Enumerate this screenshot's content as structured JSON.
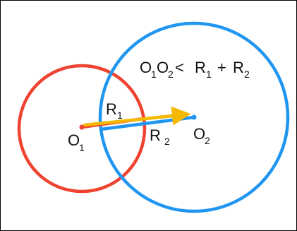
{
  "colors": {
    "circle_1": "#ef4331",
    "circle_2": "#2196f0",
    "vector_o1o2": "#f5b800",
    "background": "#ffffff",
    "frame": "#000000",
    "text": "#111111"
  },
  "formula": {
    "o1": "O",
    "o1_sub": "1",
    "o2": "O",
    "o2_sub": "2",
    "lt": "<",
    "r1": "R",
    "r1_sub": "1",
    "plus": "+",
    "r2": "R",
    "r2_sub": "2"
  },
  "labels": {
    "r1": "R",
    "r1_sub": "1",
    "r2": "R",
    "r2_sub": "2",
    "o1": "O",
    "o1_sub": "1",
    "o2": "O",
    "o2_sub": "2"
  }
}
